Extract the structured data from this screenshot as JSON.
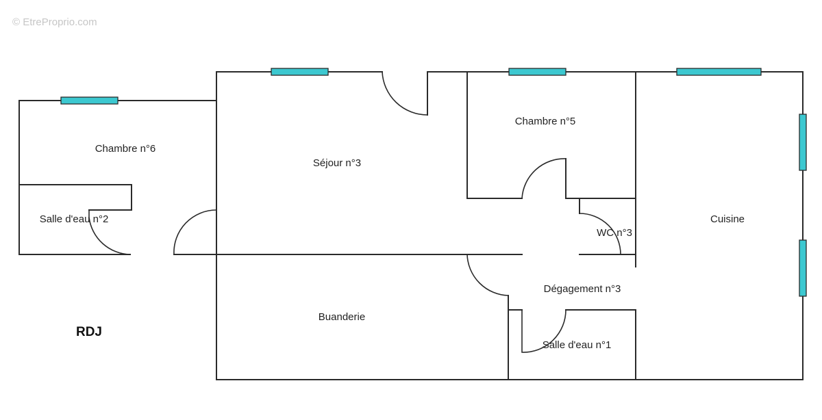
{
  "watermark": "© EtreProprio.com",
  "level_label": "RDJ",
  "rooms": {
    "chambre_6": "Chambre n°6",
    "salle_eau_2": "Salle d'eau n°2",
    "sejour_3": "Séjour n°3",
    "chambre_5": "Chambre n°5",
    "wc_3": "WC n°3",
    "cuisine": "Cuisine",
    "degagement_3": "Dégagement n°3",
    "buanderie": "Buanderie",
    "salle_eau_1": "Salle d'eau n°1"
  },
  "colors": {
    "wall": "#2a2a2a",
    "window": "#3cc8d0",
    "watermark": "#c6c6c6"
  }
}
